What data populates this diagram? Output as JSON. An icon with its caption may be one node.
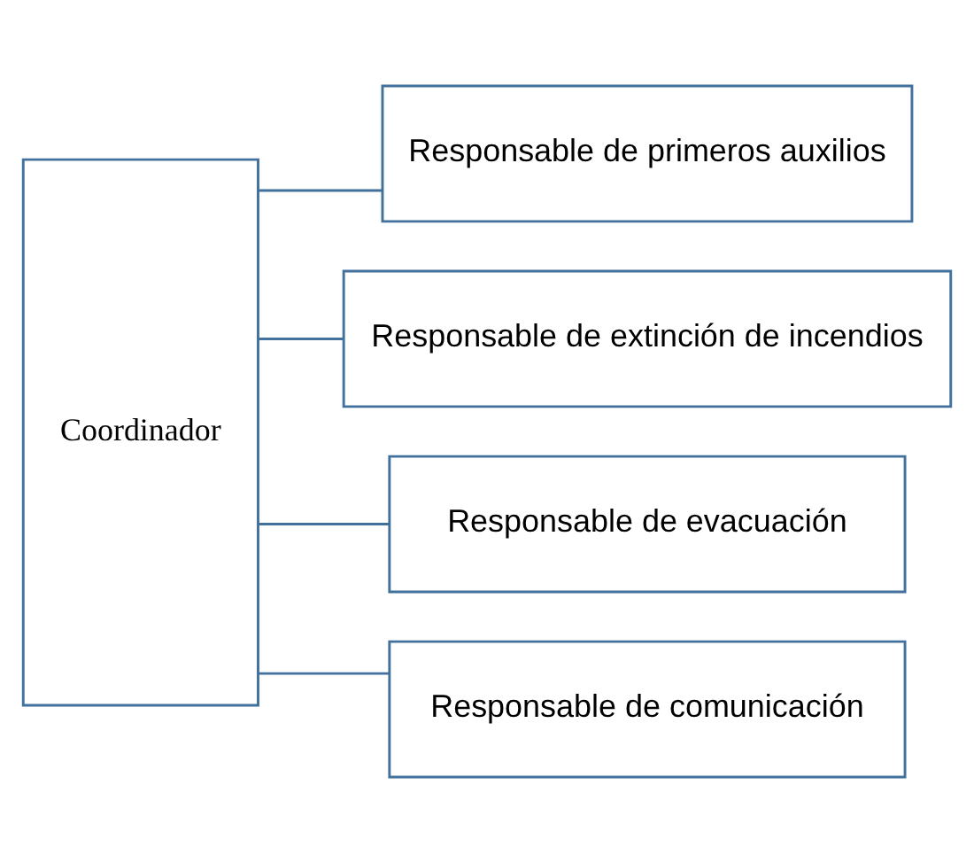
{
  "diagram": {
    "nodes": [
      {
        "text": [
          "Coordinador"
        ]
      },
      {
        "text": [
          "Responsable de primeros auxilios"
        ]
      },
      {
        "text": [
          "Responsable de extinción de incendios"
        ]
      },
      {
        "text": [
          "Responsable de evacuación"
        ]
      },
      {
        "text": [
          "Responsable de comunicación"
        ]
      }
    ],
    "edges": [
      {
        "from": 0,
        "to": 1,
        "arrow": "none"
      },
      {
        "from": 0,
        "to": 2,
        "arrow": "none"
      },
      {
        "from": 0,
        "to": 3,
        "arrow": "none"
      },
      {
        "from": 0,
        "to": 4,
        "arrow": "none"
      }
    ]
  }
}
